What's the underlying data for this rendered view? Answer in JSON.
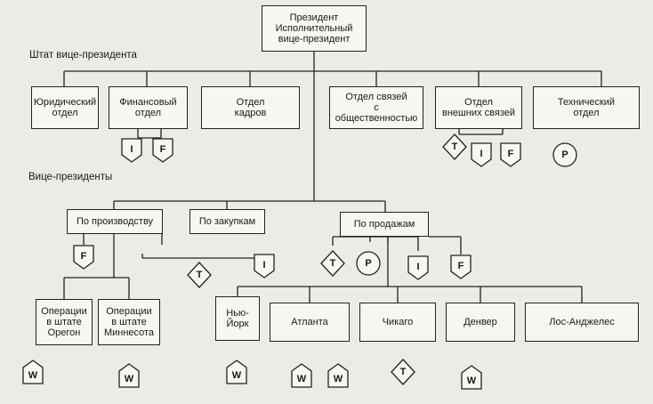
{
  "section_labels": {
    "vp_staff": "Штат вице-президента",
    "vice_presidents": "Вице-президенты"
  },
  "boxes": {
    "president": "Президент\nИсполнительный\nвице-президент",
    "legal": "Юридический\nотдел",
    "finance": "Финансовый\nотдел",
    "personnel": "Отдел\nкадров",
    "pr": "Отдел связей\nс\nобщественностью",
    "external": "Отдел\nвнешних связей",
    "technical": "Технический\nотдел",
    "production": "По производству",
    "purchasing": "По закупкам",
    "sales": "По продажам",
    "oregon": "Операции\nв штате\nОрегон",
    "minnesota": "Операции\nв штате\nМиннесота",
    "new_york": "Нью-\nЙорк",
    "atlanta": "Атланта",
    "chicago": "Чикаго",
    "denver": "Денвер",
    "los_angeles": "Лос-Анджелес"
  },
  "symbols": {
    "fin_i": "I",
    "fin_f": "F",
    "ext_t": "T",
    "ext_i": "I",
    "ext_f": "F",
    "tech_p": "P",
    "prod_f": "F",
    "purch_t": "T",
    "purch_i": "I",
    "sales_t": "T",
    "sales_p": "P",
    "sales_i": "I",
    "sales_f": "F",
    "oregon_w": "W",
    "minn_w": "W",
    "ny_w": "W",
    "atl_w1": "W",
    "atl_w2": "W",
    "chi_t": "T",
    "den_w": "W"
  }
}
